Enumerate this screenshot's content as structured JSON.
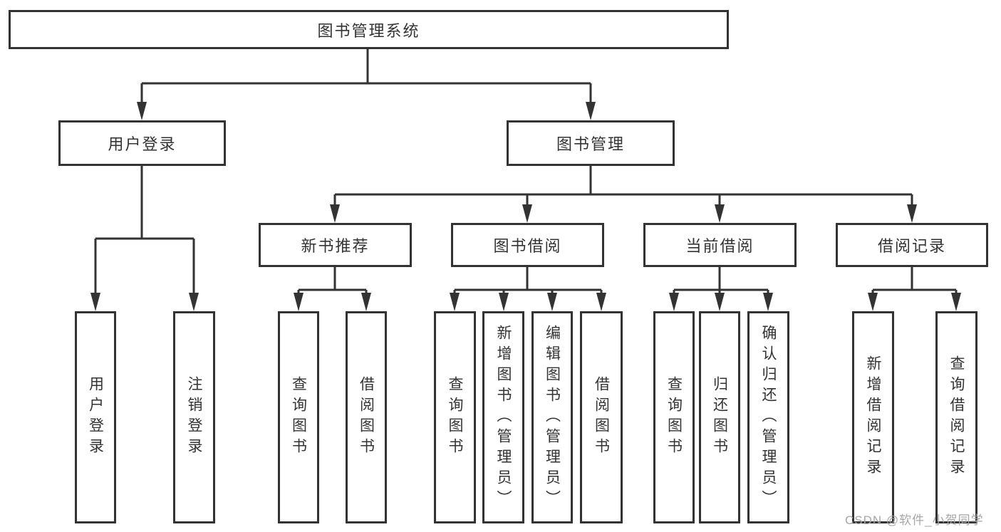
{
  "diagram": {
    "title": "图书管理系统",
    "level2": {
      "user_login": "用户登录",
      "book_mgmt": "图书管理"
    },
    "level3": {
      "new_books": "新书推荐",
      "book_borrow": "图书借阅",
      "current_borrow": "当前借阅",
      "borrow_records": "借阅记录"
    },
    "leaves": {
      "user_login_1": "用户登录",
      "user_login_2": "注销登录",
      "new_books_1": "查询图书",
      "new_books_2": "借阅图书",
      "book_borrow_1": "查询图书",
      "book_borrow_2": "新增图书（管理员）",
      "book_borrow_3": "编辑图书（管理员）",
      "book_borrow_4": "借阅图书",
      "current_borrow_1": "查询图书",
      "current_borrow_2": "归还图书",
      "current_borrow_3": "确认归还（管理员）",
      "borrow_records_1": "新增借阅记录",
      "borrow_records_2": "查询借阅记录"
    }
  },
  "watermark": "CSDN @软件_小贺同学",
  "colors": {
    "line": "#333333",
    "box_border": "#333333",
    "text": "#333333",
    "watermark": "#a6a6a6",
    "background": "#ffffff"
  }
}
